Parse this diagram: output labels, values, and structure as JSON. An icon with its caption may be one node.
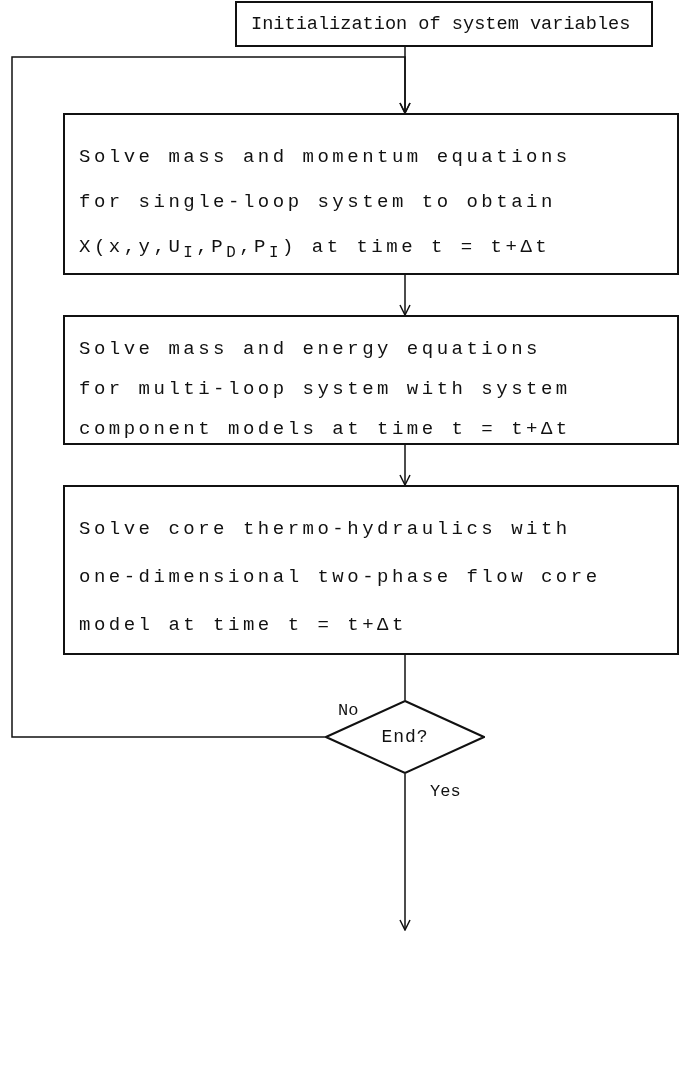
{
  "diagram": {
    "nodes": [
      {
        "text": [
          "Initialization of system variables"
        ]
      },
      {
        "text": [
          "Solve mass and momentum equations for single-loop system to obtain X(x,y,U$_{I}$,P$_{D}$,P$_{I}$) at time t = t+Δt"
        ]
      },
      {
        "text": [
          "Solve mass and energy equations for multi-loop system with system component models at time t = t+Δt"
        ]
      },
      {
        "text": [
          "Solve core thermo-hydraulics with one-dimensional two-phase flow core model at time t = t+Δt"
        ]
      },
      {
        "text": [
          "End?"
        ]
      }
    ],
    "edges": [
      {
        "from": 0,
        "to": 1,
        "arrow": "to"
      },
      {
        "from": 1,
        "to": 2,
        "arrow": "to"
      },
      {
        "from": 2,
        "to": 3,
        "arrow": "to"
      },
      {
        "from": 3,
        "to": 4,
        "arrow": "none"
      },
      {
        "from": 4,
        "to": 1,
        "arrow": "to",
        "label": "No"
      },
      {
        "from": 4,
        "to": null,
        "arrow": "to",
        "label": "Yes"
      }
    ]
  }
}
